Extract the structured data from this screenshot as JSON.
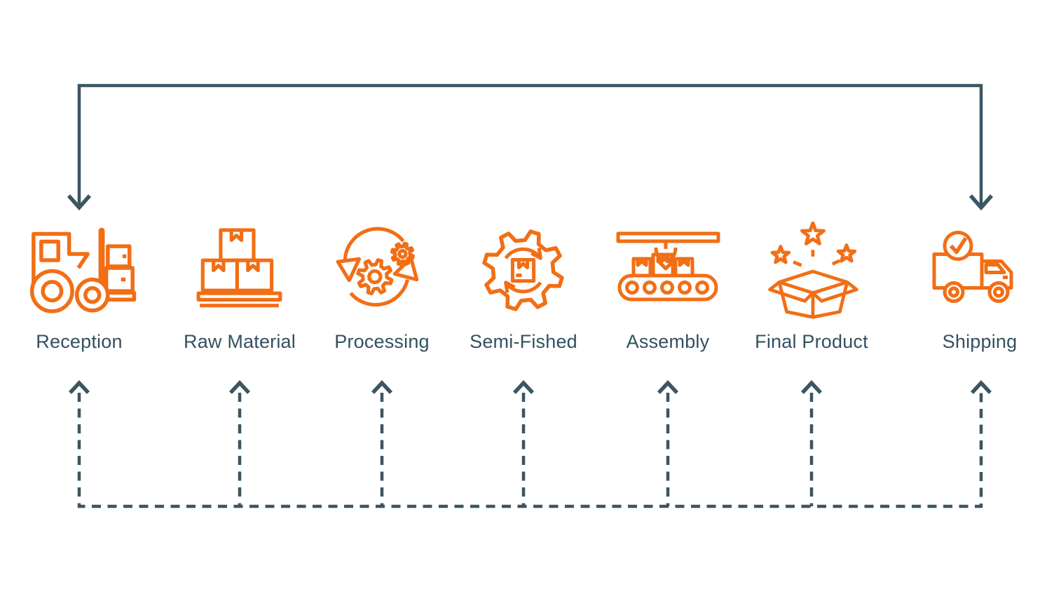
{
  "stages": [
    {
      "label": "Reception",
      "icon": "forklift-icon"
    },
    {
      "label": "Raw Material",
      "icon": "pallet-boxes-icon"
    },
    {
      "label": "Processing",
      "icon": "gears-cycle-icon"
    },
    {
      "label": "Semi-Fished",
      "icon": "gear-box-cycle-icon"
    },
    {
      "label": "Assembly",
      "icon": "conveyor-claw-icon"
    },
    {
      "label": "Final Product",
      "icon": "open-box-stars-icon"
    },
    {
      "label": "Shipping",
      "icon": "truck-check-icon"
    }
  ],
  "connectors": {
    "return_flow": {
      "style": "solid",
      "arrow_direction": "down",
      "connects": "Shipping and Reception across the top"
    },
    "feedback_flow": {
      "style": "dashed",
      "arrow_direction": "up",
      "connects": "shared bottom line with an upward arrow into every stage"
    }
  },
  "colors": {
    "icon_orange": "#F26E15",
    "line_slate": "#3C5562",
    "label_text": "#33505F",
    "background": "#FFFFFF"
  }
}
